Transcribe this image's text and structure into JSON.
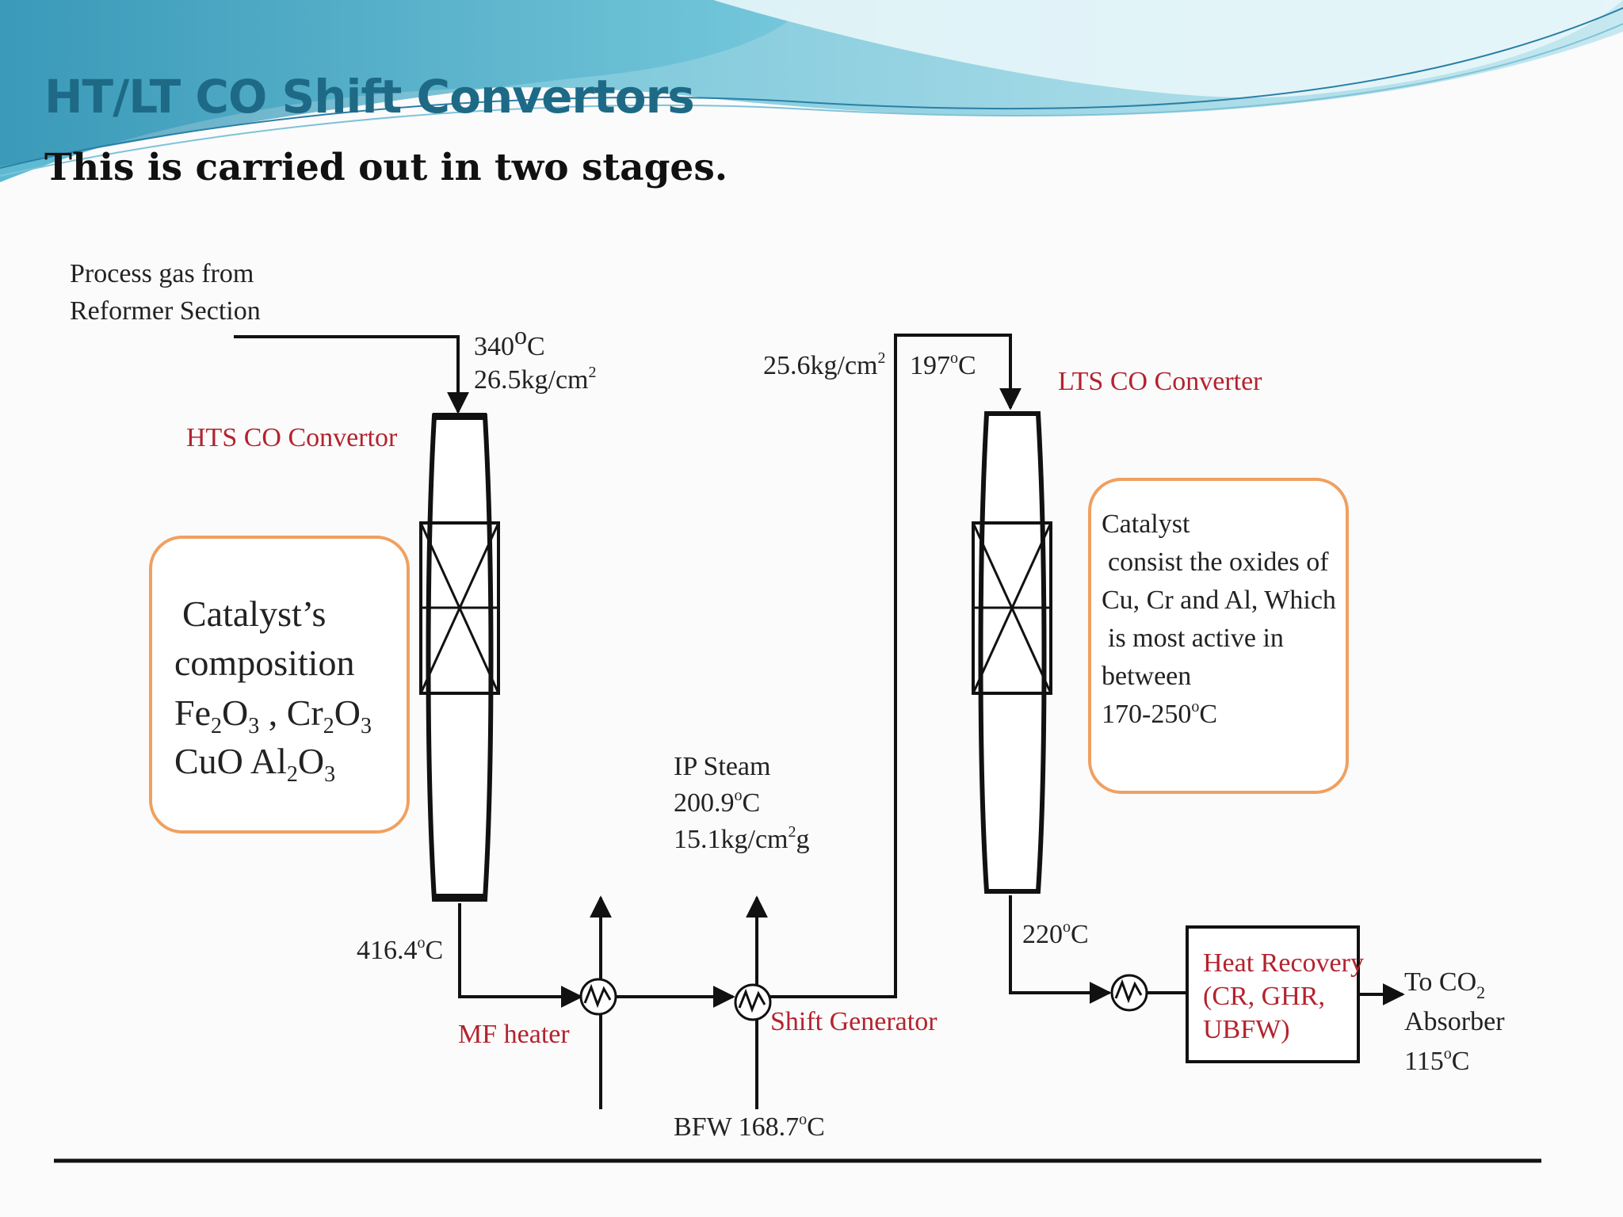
{
  "slide": {
    "title": "HT/LT CO Shift Convertors",
    "subtitle": "This is carried out in two stages."
  },
  "diagram": {
    "inlet": {
      "line1": "Process gas from",
      "line2": "Reformer Section"
    },
    "hts_inlet": {
      "temp": "340",
      "temp_unit": "C",
      "pressure": "26.5kg/cm",
      "pressure_exp": "2"
    },
    "hts_label": "HTS CO Convertor",
    "hts_catalyst": {
      "line1": "Catalyst’s",
      "line2": "composition",
      "formula_fe": "Fe",
      "sub_2a": "2",
      "formula_o": "O",
      "sub_3a": "3",
      "sep": " , ",
      "formula_cr": "Cr",
      "sub_2b": "2",
      "formula_o2": "O",
      "sub_3b": "3",
      "cuo": "CuO  Al",
      "sub_2c": "2",
      "formula_o3": "O",
      "sub_3c": "3"
    },
    "hts_outlet_temp": "416.4",
    "hts_outlet_unit": "C",
    "mf_heater": "MF heater",
    "ip_steam": {
      "line1": "IP Steam",
      "temp": "200.9",
      "temp_unit": "C",
      "pressure": "15.1kg/cm",
      "pressure_exp": "2",
      "pressure_suffix": "g"
    },
    "shift_generator": "Shift Generator",
    "bfw": {
      "text": "BFW 168.7",
      "unit": "C"
    },
    "lts_inlet": {
      "pressure": "25.6kg/cm",
      "pressure_exp": "2",
      "temp": "197",
      "temp_unit": "C"
    },
    "lts_label": "LTS CO Converter",
    "lts_catalyst": {
      "line1": "Catalyst",
      "line2": "consist the oxides of",
      "line3": "Cu, Cr and Al, Which",
      "line4": "is most active in",
      "line5": "between",
      "line6": "170-250",
      "line6_unit": "C"
    },
    "lts_outlet_temp": "220",
    "lts_outlet_unit": "C",
    "heat_recovery": {
      "line1": "Heat Recovery",
      "line2": "(CR, GHR,",
      "line3": "UBFW)"
    },
    "outlet": {
      "line1a": "To CO",
      "line1_sub": "2",
      "line2": "Absorber",
      "temp": "115",
      "temp_unit": "C"
    },
    "degree_mark": "o",
    "colors": {
      "title": "#1e6a86",
      "red_label": "#b3232e",
      "callout_border": "#f0a060",
      "line": "#111111"
    }
  }
}
